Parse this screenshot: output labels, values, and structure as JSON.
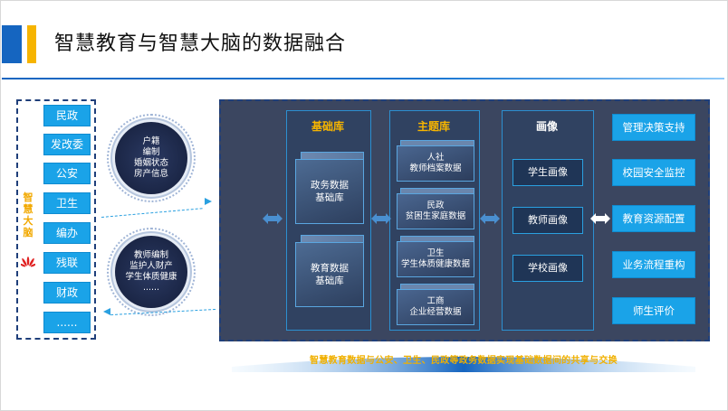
{
  "title": "智慧教育与智慧大脑的数据融合",
  "brain_label": [
    "智",
    "慧",
    "大",
    "脑"
  ],
  "departments": [
    "民政",
    "发改委",
    "公安",
    "卫生",
    "编办",
    "残联",
    "财政",
    "......"
  ],
  "circle_top": [
    "户籍",
    "编制",
    "婚姻状态",
    "房产信息"
  ],
  "circle_bottom": [
    "教师编制",
    "监护人财产",
    "学生体质健康",
    "......"
  ],
  "columns": {
    "base": {
      "title": "基础库",
      "items": [
        [
          "政务数据",
          "基础库"
        ],
        [
          "教育数据",
          "基础库"
        ]
      ]
    },
    "theme": {
      "title": "主题库",
      "items": [
        [
          "人社",
          "教师档案数据"
        ],
        [
          "民政",
          "贫困生家庭数据"
        ],
        [
          "卫生",
          "学生体质健康数据"
        ],
        [
          "工商",
          "企业经营数据"
        ]
      ]
    },
    "portrait": {
      "title": "画像",
      "items": [
        "学生画像",
        "教师画像",
        "学校画像"
      ]
    }
  },
  "applications": [
    "管理决策支持",
    "校园安全监控",
    "教育资源配置",
    "业务流程重构",
    "师生评价"
  ],
  "footer": "智慧教育数据与公安、卫生、民政等政务数据实现基础数据间的共享与交换",
  "colors": {
    "accent_blue": "#1aa3e8",
    "panel_bg": "#3b4660",
    "highlight_gold": "#f7b500"
  }
}
